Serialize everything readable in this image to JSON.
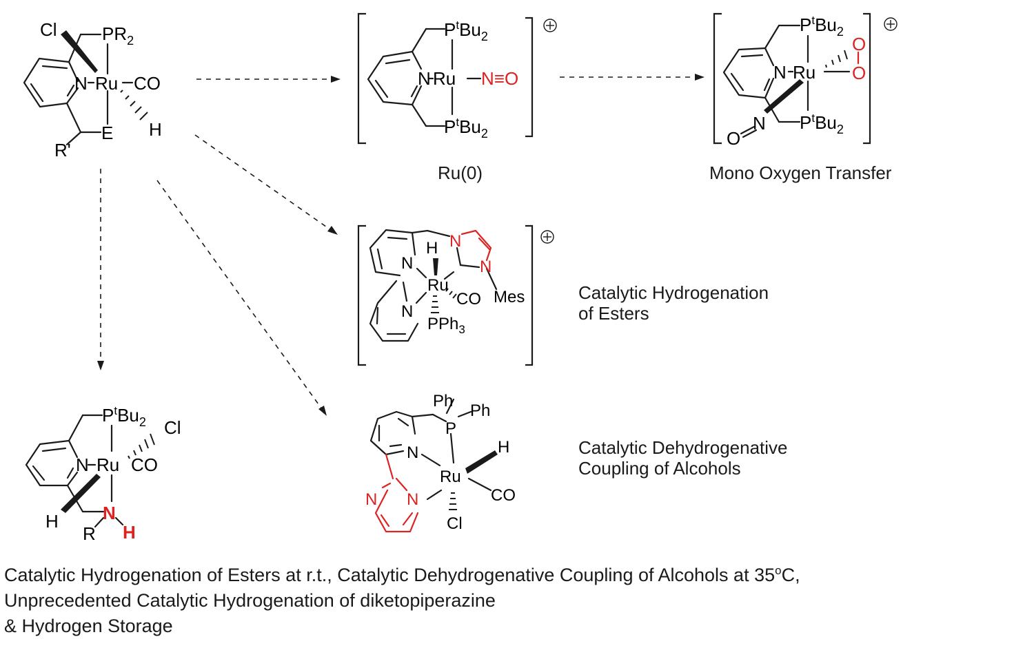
{
  "labels": {
    "ru0": "Ru(0)",
    "mono_oxygen": "Mono Oxygen Transfer",
    "hydrogenation_1": "Catalytic Hydrogenation",
    "hydrogenation_2": "of Esters",
    "dehydro_1": "Catalytic Dehydrogenative",
    "dehydro_2": "Coupling of Alcohols"
  },
  "footer": {
    "line1_prefix": "Catalytic Hydrogenation of Esters at r.t., Catalytic Dehydrogenative Coupling of Alcohols at 35",
    "line1_sup": "o",
    "line1_suffix": "C,",
    "line2": "Unprecedented Catalytic Hydrogenation of diketopiperazine",
    "line3": "& Hydrogen Storage"
  },
  "atoms": {
    "cl": "Cl",
    "pr2": "PR",
    "r2_sub": "2",
    "n": "N",
    "ru": "Ru",
    "co": "CO",
    "h": "H",
    "e": "E",
    "r_prime": "R'",
    "p": "P",
    "t_sup": "t",
    "bu": "Bu",
    "two": "2",
    "nitrosyl": "N≡O",
    "o": "O",
    "plus": "+",
    "mes": "Mes",
    "pph": "PPh",
    "three": "3",
    "ph": "Ph",
    "r": "R"
  },
  "colors": {
    "ink": "#1a1a1a",
    "highlight": "#dd2222"
  }
}
